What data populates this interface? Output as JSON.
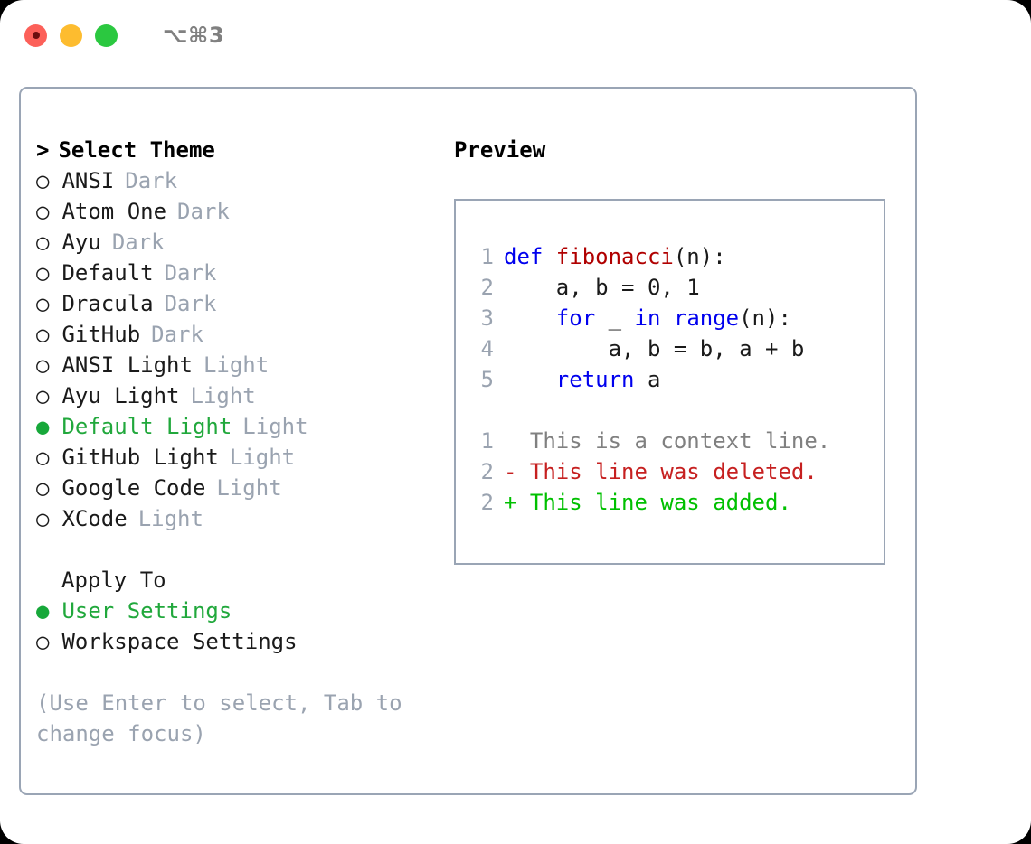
{
  "titlebar": {
    "shortcut": "⌥⌘3",
    "lights": [
      {
        "name": "close",
        "color": "#fc6059"
      },
      {
        "name": "minimize",
        "color": "#fdbc2f"
      },
      {
        "name": "maximize",
        "color": "#2bc840"
      }
    ]
  },
  "theme_picker": {
    "caret": ">",
    "header": "Select Theme",
    "bullet_selected": "●",
    "bullet_unselected": "○",
    "items": [
      {
        "name": "ANSI",
        "tag": "Dark",
        "selected": false
      },
      {
        "name": "Atom One",
        "tag": "Dark",
        "selected": false
      },
      {
        "name": "Ayu",
        "tag": "Dark",
        "selected": false
      },
      {
        "name": "Default",
        "tag": "Dark",
        "selected": false
      },
      {
        "name": "Dracula",
        "tag": "Dark",
        "selected": false
      },
      {
        "name": "GitHub",
        "tag": "Dark",
        "selected": false
      },
      {
        "name": "ANSI Light",
        "tag": "Light",
        "selected": false
      },
      {
        "name": "Ayu Light",
        "tag": "Light",
        "selected": false
      },
      {
        "name": "Default Light",
        "tag": "Light",
        "selected": true
      },
      {
        "name": "GitHub Light",
        "tag": "Light",
        "selected": false
      },
      {
        "name": "Google Code",
        "tag": "Light",
        "selected": false
      },
      {
        "name": "XCode",
        "tag": "Light",
        "selected": false
      }
    ]
  },
  "apply_to": {
    "title": "Apply To",
    "options": [
      {
        "label": "User Settings",
        "selected": true
      },
      {
        "label": "Workspace Settings",
        "selected": false
      }
    ]
  },
  "hint": "(Use Enter to select, Tab to change focus)",
  "preview": {
    "title": "Preview",
    "code": [
      {
        "ln": "1",
        "parts": [
          {
            "t": "def ",
            "c": "kw"
          },
          {
            "t": "fibonacci",
            "c": "fn"
          },
          {
            "t": "(n):",
            "c": "pl"
          }
        ]
      },
      {
        "ln": "2",
        "parts": [
          {
            "t": "    a, b = 0, 1",
            "c": "pl"
          }
        ]
      },
      {
        "ln": "3",
        "parts": [
          {
            "t": "    ",
            "c": "pl"
          },
          {
            "t": "for",
            "c": "kw"
          },
          {
            "t": " _ ",
            "c": "pl"
          },
          {
            "t": "in range",
            "c": "kw"
          },
          {
            "t": "(n):",
            "c": "pl"
          }
        ]
      },
      {
        "ln": "4",
        "parts": [
          {
            "t": "        a, b = b, a + b",
            "c": "pl"
          }
        ]
      },
      {
        "ln": "5",
        "parts": [
          {
            "t": "    ",
            "c": "pl"
          },
          {
            "t": "return",
            "c": "kw"
          },
          {
            "t": " a",
            "c": "pl"
          }
        ]
      }
    ],
    "diff": [
      {
        "ln": "1",
        "marker": " ",
        "text": " This is a context line.",
        "kind": "ctx"
      },
      {
        "ln": "2",
        "marker": "-",
        "text": " This line was deleted.",
        "kind": "del"
      },
      {
        "ln": "2",
        "marker": "+",
        "text": " This line was added.",
        "kind": "add"
      }
    ]
  },
  "colors": {
    "accent_green": "#21a83c",
    "border": "#9aa5b5",
    "muted": "#9aa3b0",
    "keyword_blue": "#0000ee",
    "function_red": "#b00000",
    "diff_delete": "#c62020",
    "diff_add": "#00c000",
    "diff_context": "#808080"
  }
}
